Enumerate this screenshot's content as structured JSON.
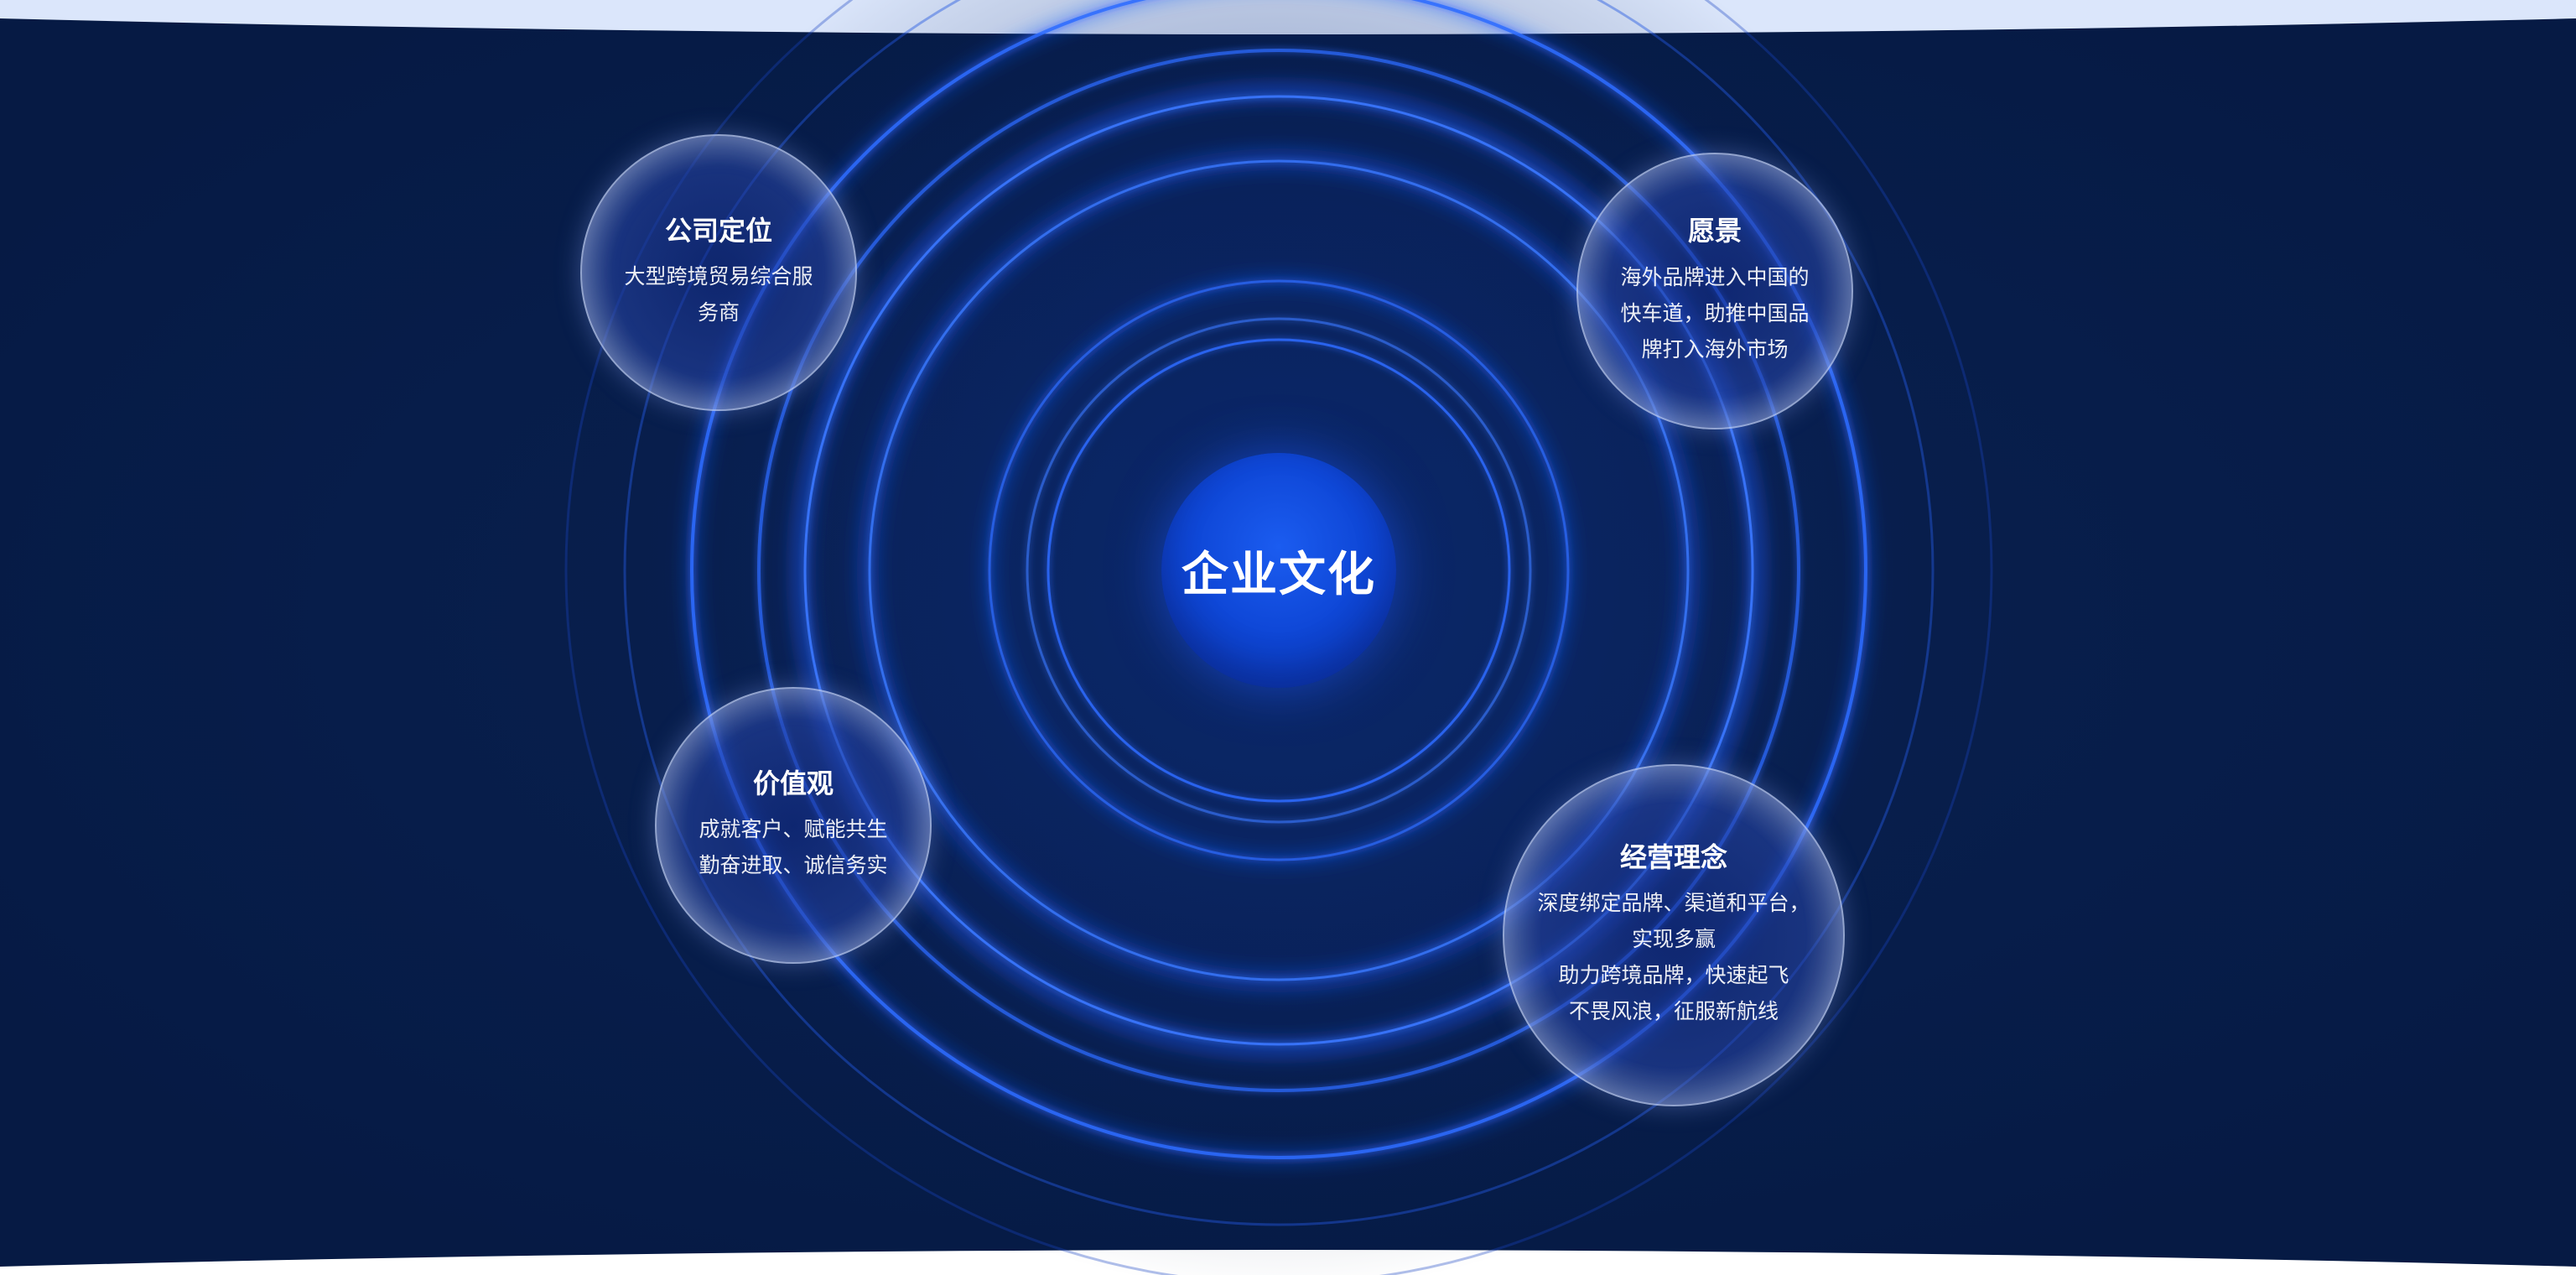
{
  "center": {
    "title": "企业文化"
  },
  "bubbles": {
    "positioning": {
      "title": "公司定位",
      "text": "大型跨境贸易综合服\n务商"
    },
    "vision": {
      "title": "愿景",
      "text": "海外品牌进入中国的\n快车道，助推中国品\n牌打入海外市场"
    },
    "values": {
      "title": "价值观",
      "text": "成就客户、赋能共生\n勤奋进取、诚信务实"
    },
    "philosophy": {
      "title": "经营理念",
      "text": "深度绑定品牌、渠道和平台，\n实现多赢\n助力跨境品牌，快速起飞\n不畏风浪，征服新航线"
    }
  },
  "colors": {
    "background_light": "#dbe6fb",
    "background_dark": "#0a1f4a",
    "ring_glow": "#1e5cff",
    "core": "#0f48d8"
  }
}
